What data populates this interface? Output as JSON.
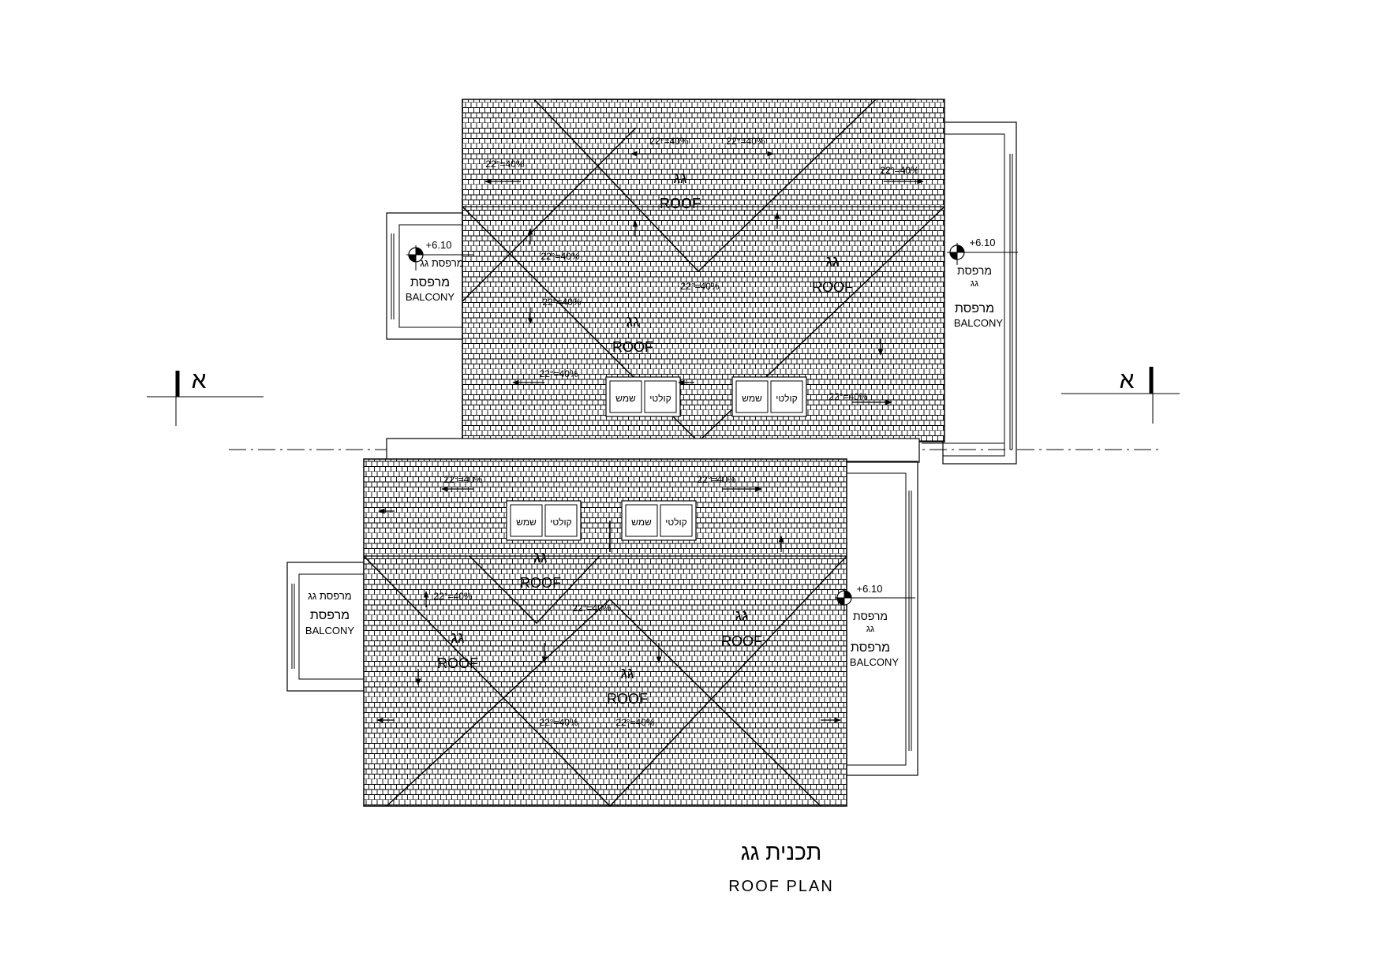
{
  "title": {
    "hebrew": "תכנית גג",
    "english": "ROOF PLAN"
  },
  "section_marker": "א",
  "pitch_label": "22°=40%",
  "roof_label": {
    "hebrew": "גג",
    "english": "ROOF"
  },
  "balcony_label": {
    "hebrew": "מרפסת",
    "english": "BALCONY"
  },
  "roof_terrace_label": "מרפסת גג",
  "roof_terrace_stacked": {
    "line1": "מרפסת",
    "line2": "גג"
  },
  "level_label": "+6.10",
  "solar_heater": {
    "collector": "קולטי",
    "sun": "שמש"
  },
  "colors": {
    "ink": "#000000",
    "paper": "#ffffff"
  }
}
